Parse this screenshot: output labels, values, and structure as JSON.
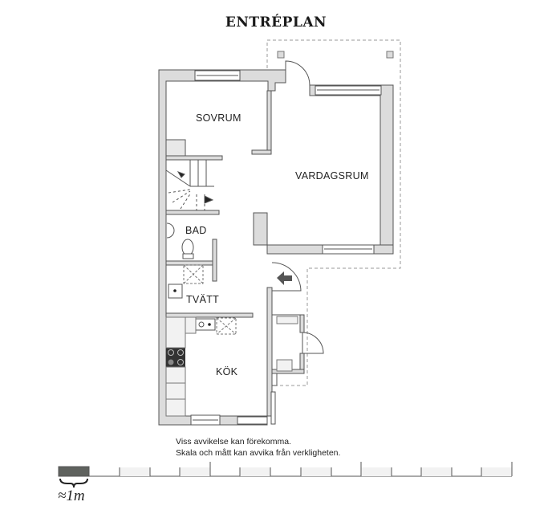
{
  "title": "ENTRÉPLAN",
  "rooms": {
    "sovrum": "SOVRUM",
    "vardagsrum": "VARDAGSRUM",
    "bad": "BAD",
    "tvatt": "TVÄTT",
    "kok": "KÖK"
  },
  "disclaimer": {
    "line1": "Viss avvikelse kan förekomma.",
    "line2": "Skala och mått kan avvika från verkligheten."
  },
  "scale": {
    "label": "≈1m",
    "segments": 15,
    "first_segment_color": "#5f625e"
  },
  "colors": {
    "wall_fill": "#dcdcdc",
    "wall_stroke": "#555555",
    "outline_dashed": "#9a9a9a",
    "text": "#222222"
  }
}
